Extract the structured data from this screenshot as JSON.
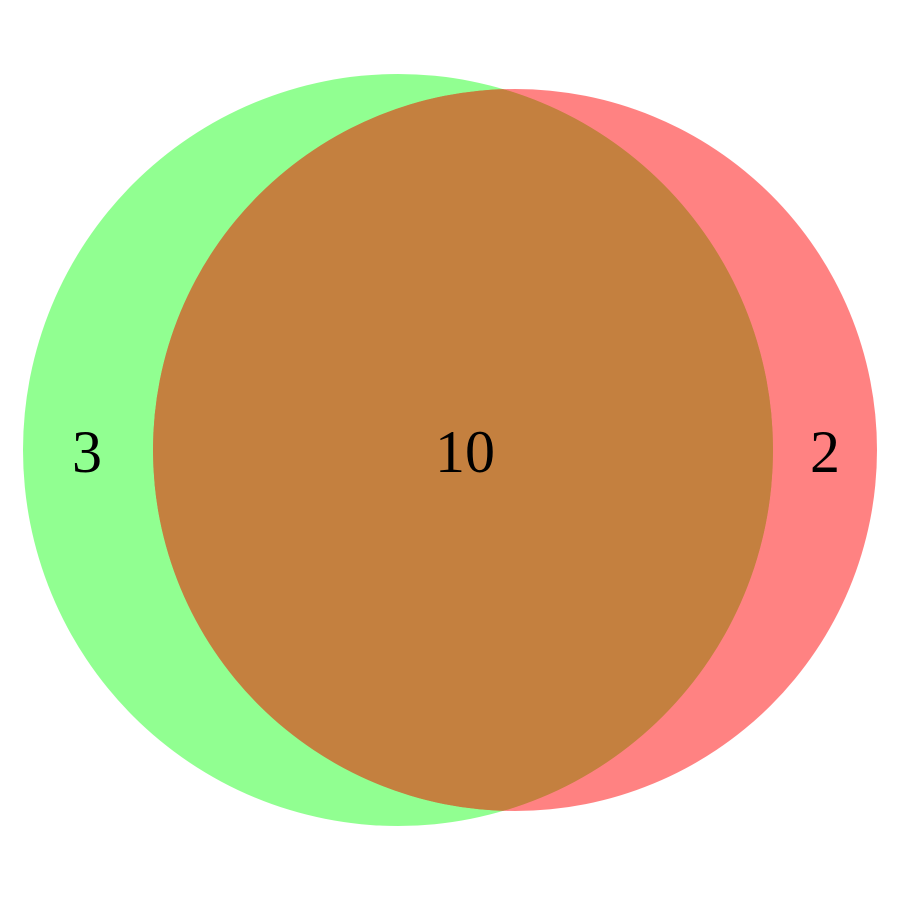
{
  "venn": {
    "sets": [
      {
        "id": "set-a",
        "color": "#00ff00"
      },
      {
        "id": "set-b",
        "color": "#ff0000"
      }
    ],
    "overlap_color": "#c4803f",
    "regions": {
      "a_only": "3",
      "intersection": "10",
      "b_only": "2"
    }
  }
}
